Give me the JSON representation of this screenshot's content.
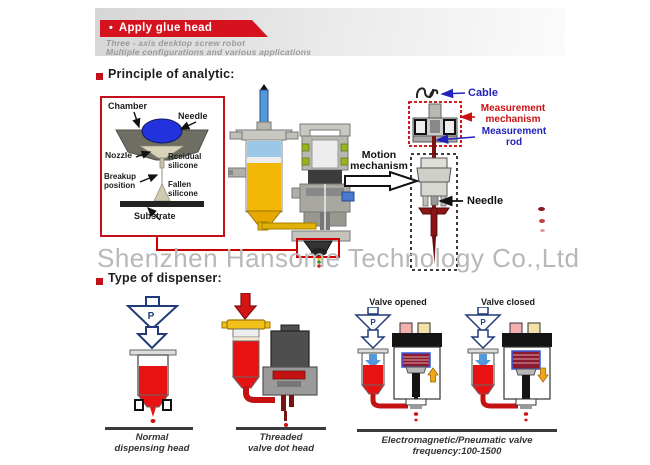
{
  "banner": {
    "bullet": "•",
    "title": "Apply glue head"
  },
  "subtitle": {
    "line1": "Three - axis desktop screw robot",
    "line2": "Multiple configurations and various applications"
  },
  "sections": {
    "principle_title": "Principle of analytic:",
    "dispenser_title": "Type of dispenser:"
  },
  "watermark": "Shenzhen Hansome Technology Co.,Ltd",
  "inset": {
    "chamber": "Chamber",
    "needle": "Needle",
    "nozzle": "Nozzle",
    "residual": "Rcsidual\nsilicone",
    "breakup": "Breakup\nposition",
    "fallen": "Fallen\nsilicone",
    "substrate": "Substrate"
  },
  "machine": {
    "motion": "Motion\nmechanism",
    "cable": "Cable",
    "measurement_mechanism": "Measurement\nmechanism",
    "measurement_rod": "Measurement\nrod",
    "needle": "Needle"
  },
  "dispensers": {
    "pressure_symbol": "P",
    "valve_opened": "Valve opened",
    "valve_closed": "Valve closed",
    "normal_label": "Normal\ndispensing head",
    "threaded_label": "Threaded\nvalve dot head",
    "electromagnetic_label": "Electromagnetic/Pneumatic valve\nfrequency:100-1500"
  },
  "colors": {
    "banner_red": "#d6121f",
    "diagram_red": "#cc0000",
    "label_blue": "#2222bb",
    "label_red": "#cc1111",
    "liquid_red": "#e81212",
    "valve_yellow": "#f0c018",
    "watermark_gray": "#b8b8b8"
  }
}
